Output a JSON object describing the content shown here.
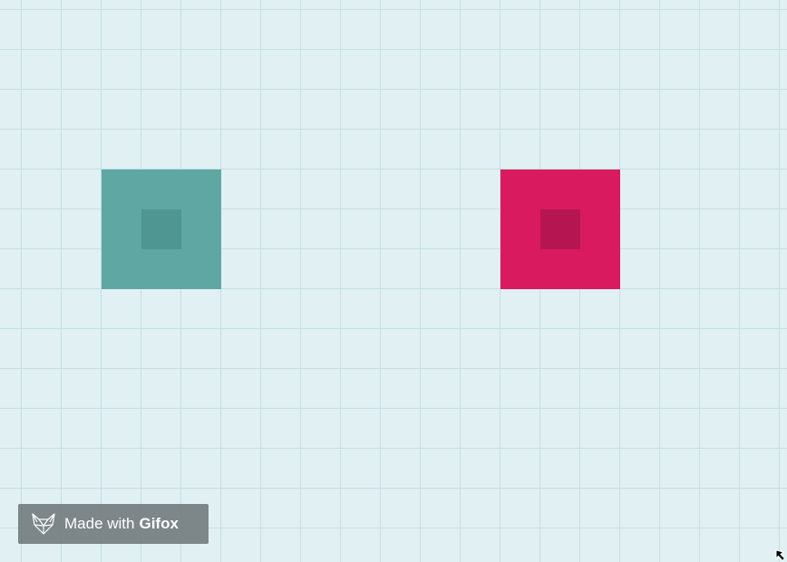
{
  "canvas": {
    "background_color": "#e1f0f3",
    "grid_line_color": "#c2e0e6"
  },
  "blocks": [
    {
      "name": "teal",
      "color": "#5ea7a3",
      "inner_color": "#4f9591"
    },
    {
      "name": "crimson",
      "color": "#da1a5e",
      "inner_color": "#b51550"
    }
  ],
  "watermark": {
    "prefix": "Made with",
    "brand": "Gifox",
    "icon": "fox-logo-icon"
  },
  "cursor": {
    "icon": "resize-arrow-icon"
  }
}
